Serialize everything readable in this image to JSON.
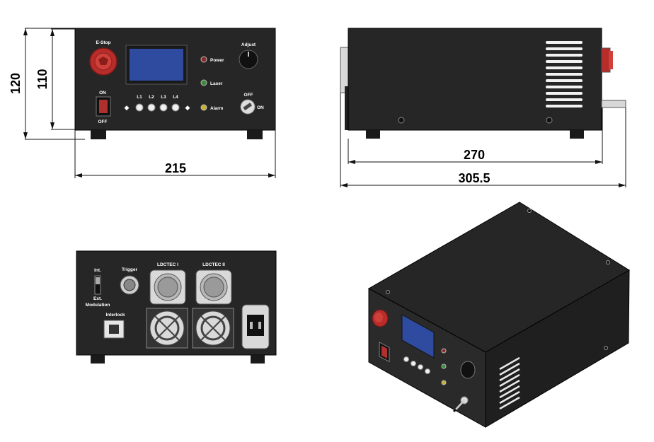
{
  "dimensions": {
    "front_width": "215",
    "front_height_outer": "120",
    "front_height_inner": "110",
    "side_depth_body": "270",
    "side_depth_total": "305.5"
  },
  "front_panel": {
    "estop": "E-Stop",
    "adjust": "Adjust",
    "power": "Power",
    "laser": "Laser",
    "alarm": "Alarm",
    "on": "ON",
    "off": "OFF",
    "key_off": "OFF",
    "key_on": "ON",
    "leds": [
      "L1",
      "L2",
      "L3",
      "L4"
    ]
  },
  "rear_panel": {
    "trigger": "Trigger",
    "ldc1": "LDCTEC I",
    "ldc2": "LDCTEC II",
    "interlock": "Interlock",
    "int": "Int.",
    "ext": "Ext.",
    "modulation": "Modulation"
  },
  "colors": {
    "body": "#262626",
    "lcd": "#2e4ba0",
    "estop": "#c8322e",
    "power_led": "#8a2a2a",
    "laser_led": "#3a8a3a",
    "alarm_led": "#c8b030",
    "dimension": "#111111"
  }
}
